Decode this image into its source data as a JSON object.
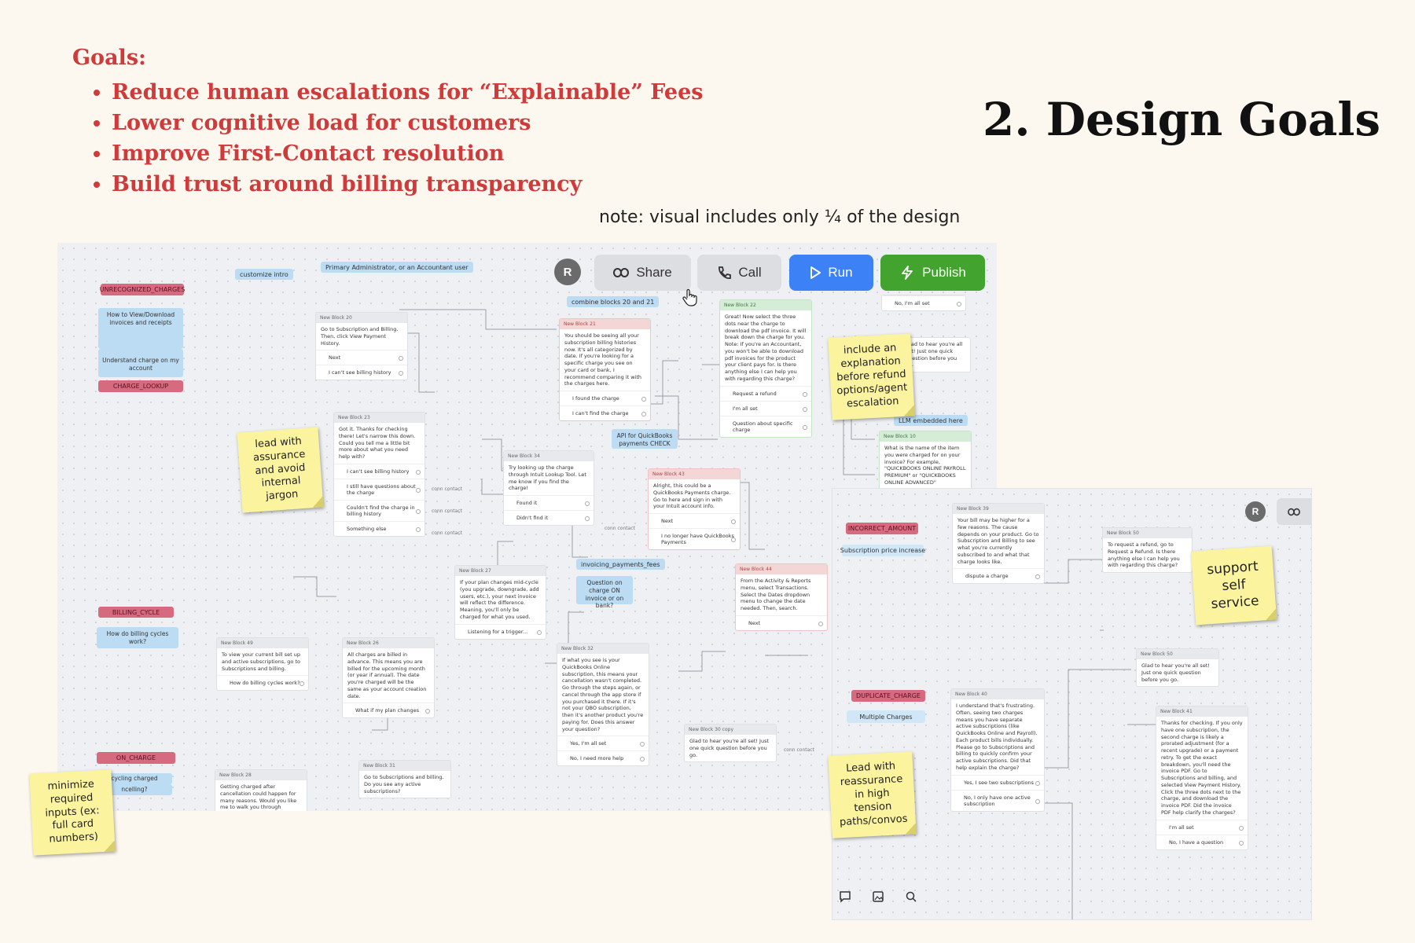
{
  "goals": {
    "title": "Goals:",
    "items": [
      "Reduce human escalations for “Explainable” Fees",
      "Lower cognitive load for customers",
      "Improve First-Contact resolution",
      "Build trust around billing transparency"
    ]
  },
  "main_title": "2. Design Goals",
  "note": "note: visual includes only ¼ of the design",
  "toolbar": {
    "avatar": "R",
    "share": "Share",
    "call": "Call",
    "run": "Run",
    "publish": "Publish"
  },
  "colors": {
    "goals_red": "#cf3a3a",
    "run_blue": "#3c82f6",
    "publish_green": "#43a32f",
    "sticky_yellow": "#fbf39e",
    "intent_pink": "#d66b7f",
    "bubble_blue": "#bcdcf3"
  },
  "canvas1": {
    "pills": {
      "customize_intro": "customize intro",
      "primary_admin": "Primary Administrator, or an Accountant user",
      "unrecognized": "UNRECOGNIZED_CHARGES",
      "charge_lookup": "CHARGE_LOOKUP",
      "billing_cycle": "BILLING_CYCLE",
      "combine": "combine blocks 20 and 21",
      "api": "API for QuickBooks payments CHECK",
      "llm": "LLM embedded here",
      "invoicing": "invoicing_payments_fees",
      "on_charge": "ON_CHARGE"
    },
    "bubbles": {
      "view_download": "How to View/Download invoices and receipts",
      "understand": "Understand charge on my account",
      "billing_cycles_work": "How do billing cycles work?",
      "question_on_charge": "Question on charge ON invoice or on bank?",
      "cycling": "cycling charged",
      "ncelling": "ncelling?"
    },
    "blocks": {
      "b20": {
        "head": "New Block 20",
        "text": "Go to Subscription and Billing. Then, click View Payment History.",
        "opts": [
          "Next",
          "I can't see billing history"
        ]
      },
      "b23": {
        "head": "New Block 23",
        "text": "Got it. Thanks for checking there! Let's narrow this down. Could you tell me a little bit more about what you need help with?",
        "opts": [
          "I can't see billing history",
          "I still have questions about the charge",
          "Couldn't find the charge in billing history",
          "Something else"
        ]
      },
      "b21": {
        "head": "New Block 21",
        "text": "You should be seeing all your subscription billing histories now. It's all categorized by date. If you're looking for a specific charge you see on your card or bank, I recommend comparing it with the charges here.",
        "opts": [
          "I found the charge",
          "I can't find the charge"
        ]
      },
      "b34": {
        "head": "New Block 34",
        "text": "Try looking up the charge through Intuit Lookup Tool. Let me know if you find the charge!",
        "opts": [
          "Found it",
          "Didn't find it"
        ]
      },
      "b22": {
        "head": "New Block 22",
        "text": "Great! Now select the three dots near the charge to download the pdf invoice. It will break down the charge for you. Note: If you're an Accountant, you won't be able to download pdf invoices for the product your client pays for. Is there anything else I can help you with regarding this charge?",
        "opts": [
          "Request a refund",
          "I'm all set",
          "Question about specific charge"
        ]
      },
      "b43": {
        "head": "New Block 43",
        "text": "Alright, this could be a QuickBooks Payments charge. Go to here and sign in with your Intuit account info.",
        "opts": [
          "Next",
          "I no longer have QuickBooks Payments"
        ]
      },
      "b44": {
        "head": "New Block 44",
        "text": "From the Activity & Reports menu, select Transactions. Select the Dates dropdown menu to change the date needed. Then, search.",
        "opts": [
          "Next"
        ]
      },
      "b27": {
        "head": "New Block 27",
        "text": "If your plan changes mid-cycle (you upgrade, downgrade, add users, etc.), your next invoice will reflect the difference. Meaning, you'll only be charged for what you used.",
        "opts": [
          "Listening for a trigger..."
        ]
      },
      "b49": {
        "head": "New Block 49",
        "text": "To view your current bill set up and active subscriptions, go to Subscriptions and billing.",
        "opts": [
          "How do billing cycles work?"
        ]
      },
      "b26": {
        "head": "New Block 26",
        "text": "All charges are billed in advance. This means you are billed for the upcoming month (or year if annual). The date you're charged will be the same as your account creation date.",
        "opts": [
          "What if my plan changes"
        ]
      },
      "b32": {
        "head": "New Block 32",
        "text": "If what you see is your QuickBooks Online subscription, this means your cancellation wasn't completed. Go through the steps again, or cancel through the app store if you purchased it there. If it's not your QBO subscription, then it's another product you're paying for. Does this answer your question?",
        "opts": [
          "Yes, I'm all set",
          "No, I need more help"
        ]
      },
      "b30c": {
        "head": "New Block 30 copy",
        "text": "Glad to hear you're all set! Just one quick question before you go.",
        "opts": []
      },
      "b28": {
        "head": "New Block 28",
        "text": "Getting charged after cancellation could happen for many reasons. Would you like me to walk you through figuring out why?",
        "opts": []
      },
      "b31": {
        "head": "New Block 31",
        "text": "Go to Subscriptions and billing. Do you see any active subscriptions?",
        "opts": []
      },
      "bTop": {
        "head": "",
        "text": "",
        "opts": [
          "No, I'm all set"
        ]
      },
      "bGlad": {
        "head": "",
        "text": "Glad to hear you're all set! Just one quick question before you go.",
        "opts": []
      },
      "b10": {
        "head": "New Block 10",
        "text": "What is the name of the item you were charged for on your invoice? For example, \"QUICKBOOKS ONLINE PAYROLL PREMIUM\" or \"QUICKBOOKS ONLINE ADVANCED\"",
        "opts": []
      }
    },
    "links": {
      "connect": "conn contact"
    }
  },
  "canvas2": {
    "avatar": "R",
    "pills": {
      "incorrect": "INCORRECT_AMOUNT",
      "price_increase": "Subscription price increase",
      "duplicate": "DUPLICATE_CHARGE",
      "multiple": "Multiple Charges"
    },
    "blocks": {
      "b39": {
        "head": "New Block 39",
        "text": "Your bill may be higher for a few reasons. The cause depends on your product. Go to Subscription and Billing to see what you're currently subscribed to and what that charge looks like.",
        "opts": [
          "dispute a charge"
        ]
      },
      "b50a": {
        "head": "New Block 50",
        "text": "To request a refund, go to Request a Refund. Is there anything else I can help you with regarding this charge?",
        "opts": []
      },
      "b50b": {
        "head": "New Block 50",
        "text": "Glad to hear you're all set! Just one quick question before you go.",
        "opts": []
      },
      "b40": {
        "head": "New Block 40",
        "text": "I understand that's frustrating. Often, seeing two charges means you have separate active subscriptions (like QuickBooks Online and Payroll). Each product bills individually. Please go to Subscriptions and billing to quickly confirm your active subscriptions. Did that help explain the charge?",
        "opts": [
          "Yes, I see two subscriptions",
          "No, I only have one active subscription"
        ]
      },
      "b41": {
        "head": "New Block 41",
        "text": "Thanks for checking. If you only have one subscription, the second charge is likely a prorated adjustment (for a recent upgrade) or a payment retry. To get the exact breakdown, you'll need the invoice PDF. Go to Subscriptions and billing, and selected View Payment History. Click the three dots next to the charge, and download the invoice PDF. Did the invoice PDF help clarify the charges?",
        "opts": [
          "I'm all set",
          "No, I have a question"
        ]
      }
    }
  },
  "stickies": {
    "lead_assurance": "lead with assurance and avoid internal jargon",
    "include_explanation": "include an explanation before refund options/agent escalation",
    "minimize_inputs": "minimize required inputs (ex: full card numbers)",
    "support_self": "support self service",
    "lead_reassurance": "Lead with reassurance in high tension paths/convos"
  },
  "icons": [
    "comment-icon",
    "image-icon",
    "search-icon",
    "link-icon",
    "hand-cursor-icon"
  ]
}
